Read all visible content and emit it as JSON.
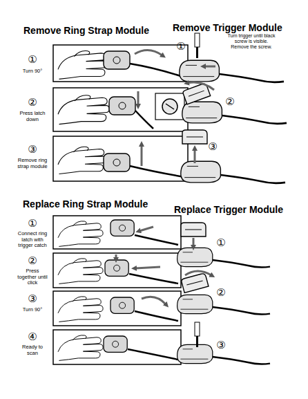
{
  "diagram": {
    "labels": [
      "Remove Ring Strap Module",
      "①",
      "Turn 90°",
      "②",
      "Press latch down",
      "③",
      "Remove ring strap module",
      "Remove Trigger Module",
      "①",
      "Turn trigger until black screw is visible. Remove the screw.",
      "②",
      "③",
      "Replace Ring Strap Module",
      "①",
      "Connect ring latch with trigger catch",
      "②",
      "Press together until click",
      "③",
      "Turn 90°",
      "④",
      "Ready to scan",
      "Replace Trigger Module",
      "①",
      "②",
      "③"
    ]
  }
}
